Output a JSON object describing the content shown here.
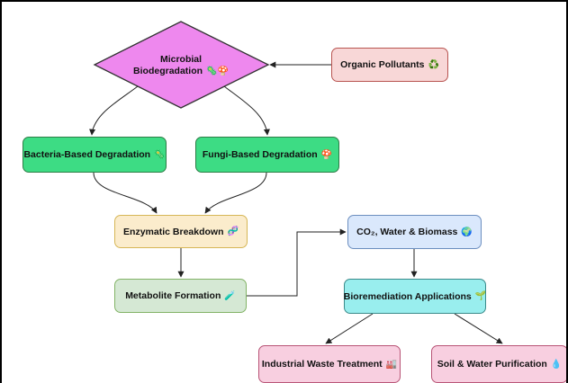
{
  "nodes": {
    "microbial": {
      "line1": "Microbial",
      "line2": "Biodegradation",
      "icon": "🦠🍄",
      "color": "#ee88ee"
    },
    "organic": {
      "label": "Organic Pollutants",
      "icon": "♻️",
      "color": "#f8d7d7"
    },
    "bacteria": {
      "label": "Bacteria-Based Degradation",
      "icon": "🦠",
      "color": "#3ddc84"
    },
    "fungi": {
      "label": "Fungi-Based Degradation",
      "icon": "🍄",
      "color": "#3ddc84"
    },
    "enzymatic": {
      "label": "Enzymatic Breakdown",
      "icon": "🧬",
      "color": "#fbeccc"
    },
    "metabolite": {
      "label": "Metabolite Formation",
      "icon": "🧪",
      "color": "#d5e8d4"
    },
    "co2": {
      "label": "CO₂, Water & Biomass",
      "icon": "🌍",
      "color": "#dae8fc"
    },
    "bioremediation": {
      "label": "Bioremediation Applications",
      "icon": "🌱",
      "color": "#99eeee"
    },
    "industrial": {
      "label": "Industrial Waste Treatment",
      "icon": "🏭",
      "color": "#f8cfe0"
    },
    "soil": {
      "label": "Soil & Water Purification",
      "icon": "💧",
      "color": "#f8cfe0"
    }
  }
}
